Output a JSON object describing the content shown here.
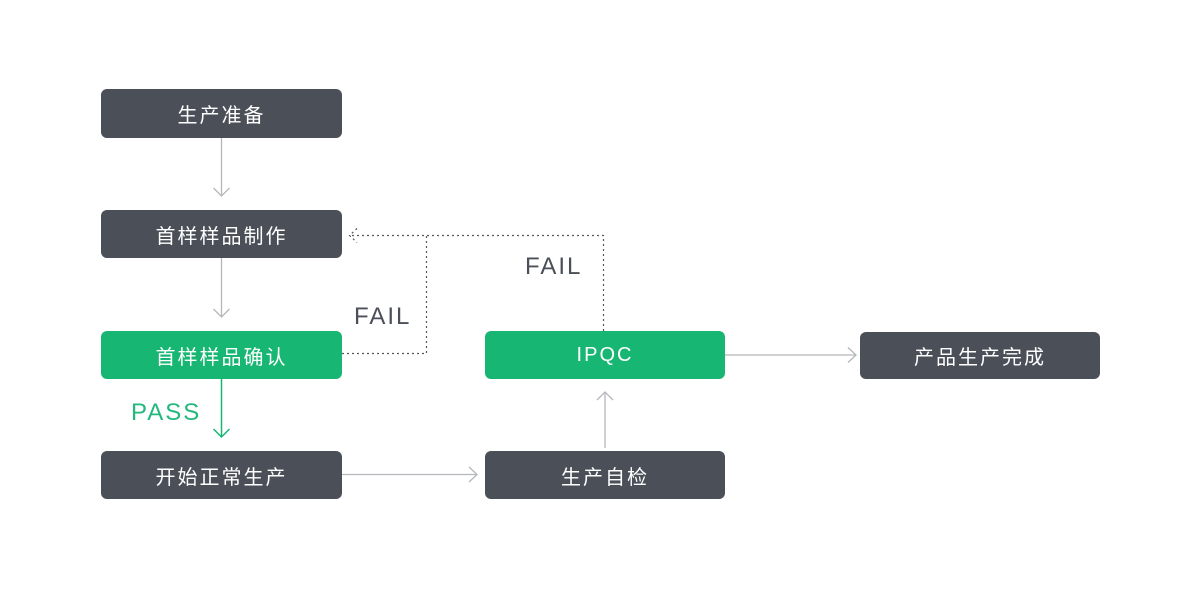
{
  "palette": {
    "node_dark": "#4a4f58",
    "node_green": "#18b673",
    "arrow_gray": "#b4b7bb",
    "dashed_gray": "#53575e",
    "pass_text": "#23b87c",
    "fail_text": "#4b4f58",
    "node_text": "#ffffff",
    "background": "#ffffff"
  },
  "nodes": [
    {
      "id": "production-prep",
      "label": "生产准备",
      "variant": "dark"
    },
    {
      "id": "first-sample-making",
      "label": "首样样品制作",
      "variant": "dark"
    },
    {
      "id": "first-sample-confirm",
      "label": "首样样品确认",
      "variant": "green"
    },
    {
      "id": "start-normal-production",
      "label": "开始正常生产",
      "variant": "dark"
    },
    {
      "id": "production-self-check",
      "label": "生产自检",
      "variant": "dark"
    },
    {
      "id": "ipqc",
      "label": "IPQC",
      "variant": "green"
    },
    {
      "id": "production-complete",
      "label": "产品生产完成",
      "variant": "dark"
    }
  ],
  "edges": [
    {
      "from": "production-prep",
      "to": "first-sample-making",
      "style": "solid",
      "label": ""
    },
    {
      "from": "first-sample-making",
      "to": "first-sample-confirm",
      "style": "solid",
      "label": ""
    },
    {
      "from": "first-sample-confirm",
      "to": "start-normal-production",
      "style": "solid",
      "color": "green",
      "label": "PASS"
    },
    {
      "from": "first-sample-confirm",
      "to": "first-sample-making",
      "style": "dashed",
      "label": "FAIL"
    },
    {
      "from": "start-normal-production",
      "to": "production-self-check",
      "style": "solid",
      "label": ""
    },
    {
      "from": "production-self-check",
      "to": "ipqc",
      "style": "solid",
      "label": ""
    },
    {
      "from": "ipqc",
      "to": "production-complete",
      "style": "solid",
      "label": ""
    },
    {
      "from": "ipqc",
      "to": "first-sample-making",
      "style": "dashed",
      "label": "FAIL"
    }
  ]
}
